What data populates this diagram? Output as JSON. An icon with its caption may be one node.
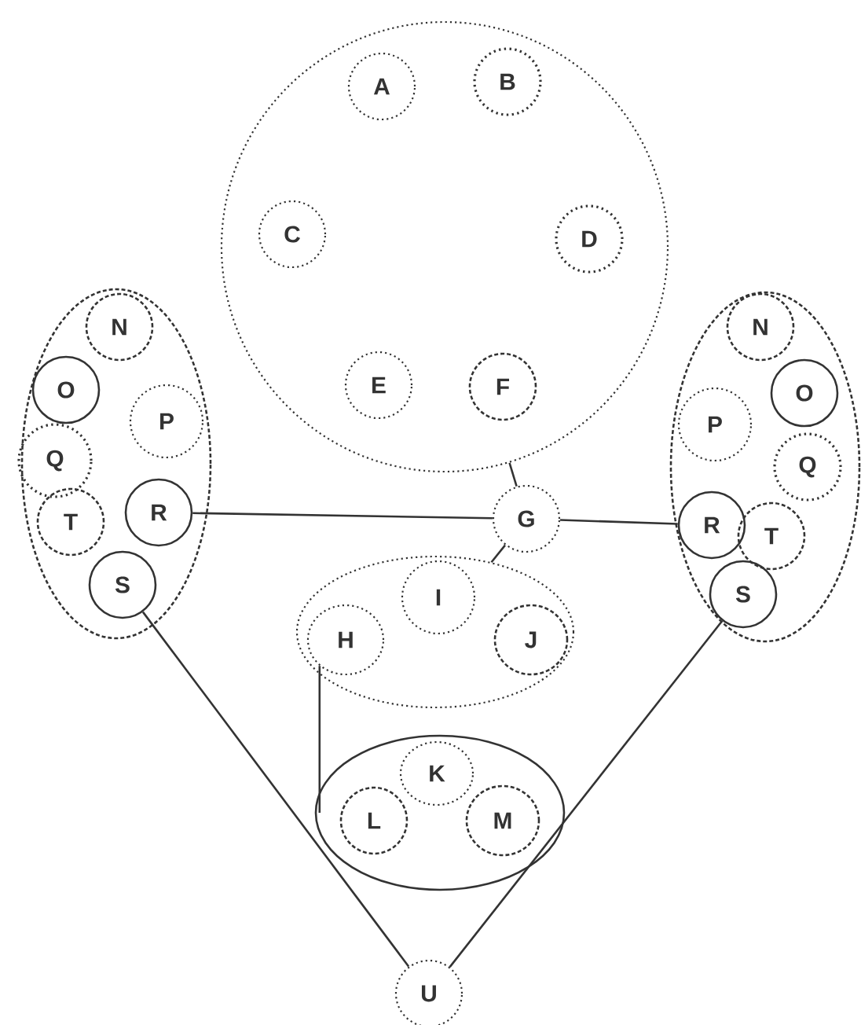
{
  "diagram": {
    "nodes": [
      {
        "text": [],
        "shape": "circle"
      },
      {
        "text": [
          "A"
        ],
        "in": 0
      },
      {
        "text": [
          "B"
        ],
        "in": 0
      },
      {
        "text": [
          "C"
        ],
        "in": 0
      },
      {
        "text": [
          "D"
        ],
        "in": 0
      },
      {
        "text": [
          "E"
        ],
        "in": 0
      },
      {
        "text": [
          "F"
        ],
        "in": 0
      },
      {
        "text": [],
        "shape": "ellipse"
      },
      {
        "text": [
          "N"
        ],
        "in": 7
      },
      {
        "text": [
          "O"
        ],
        "in": 7
      },
      {
        "text": [
          "P"
        ],
        "in": 7
      },
      {
        "text": [
          "Q"
        ],
        "in": 7
      },
      {
        "text": [
          "T"
        ],
        "in": 7
      },
      {
        "text": [
          "R"
        ],
        "in": 7
      },
      {
        "text": [
          "S"
        ],
        "in": 7
      },
      {
        "text": [
          "G"
        ]
      },
      {
        "text": [],
        "shape": "ellipse"
      },
      {
        "text": [
          "N"
        ],
        "in": 16
      },
      {
        "text": [
          "O"
        ],
        "in": 16
      },
      {
        "text": [
          "P"
        ],
        "in": 16
      },
      {
        "text": [
          "Q"
        ],
        "in": 16
      },
      {
        "text": [
          "R"
        ],
        "in": 16
      },
      {
        "text": [
          "T"
        ],
        "in": 16
      },
      {
        "text": [
          "S"
        ],
        "in": 16
      },
      {
        "text": [],
        "shape": "ellipse"
      },
      {
        "text": [
          "H"
        ],
        "in": 24
      },
      {
        "text": [
          "I"
        ],
        "in": 24
      },
      {
        "text": [
          "J"
        ],
        "in": 24
      },
      {
        "text": [],
        "shape": "ellipse"
      },
      {
        "text": [
          "K"
        ],
        "in": 28
      },
      {
        "text": [
          "L"
        ],
        "in": 28
      },
      {
        "text": [
          "M"
        ],
        "in": 28
      },
      {
        "text": [
          "U"
        ]
      }
    ],
    "edges": [
      {
        "from": 0,
        "to": 15,
        "arrow": "none"
      },
      {
        "from": 13,
        "to": 15,
        "arrow": "none"
      },
      {
        "from": 15,
        "to": 21,
        "arrow": "none"
      },
      {
        "from": 15,
        "to": 24,
        "arrow": "none"
      },
      {
        "from": 25,
        "to": 28,
        "arrow": "none"
      },
      {
        "from": 14,
        "to": 32,
        "arrow": "none"
      },
      {
        "from": 23,
        "to": 32,
        "arrow": "none"
      }
    ]
  }
}
